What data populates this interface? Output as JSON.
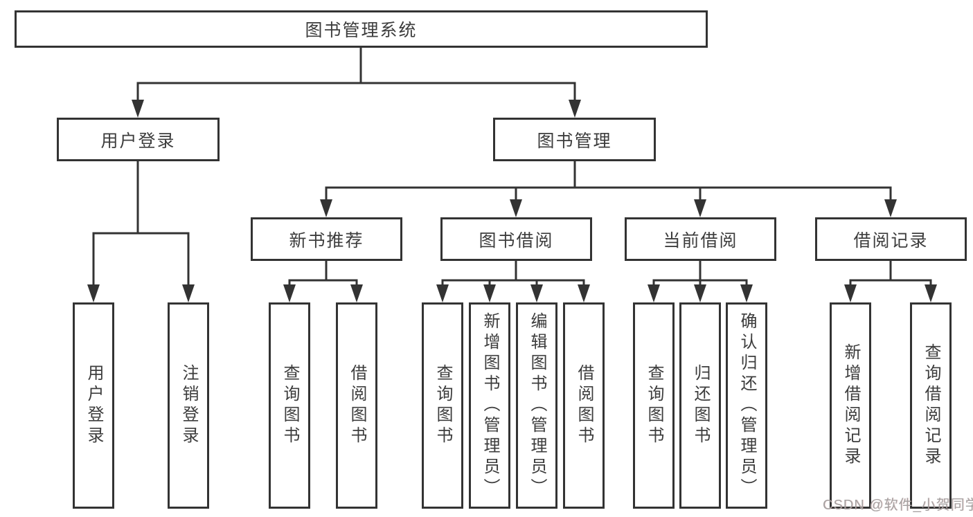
{
  "nodes": {
    "root": "图书管理系统",
    "user_login": "用户登录",
    "book_mgmt": "图书管理",
    "new_books": "新书推荐",
    "borrow": "图书借阅",
    "current": "当前借阅",
    "records": "借阅记录",
    "ul_login": "用户登录",
    "ul_logout": "注销登录",
    "nb_query": "查询图书",
    "nb_borrow": "借阅图书",
    "bb_query": "查询图书",
    "bb_add": "新增图书（管理员）",
    "bb_edit": "编辑图书（管理员）",
    "bb_borrow": "借阅图书",
    "cb_query": "查询图书",
    "cb_return": "归还图书",
    "cb_confirm": "确认归还（管理员）",
    "br_add": "新增借阅记录",
    "br_query": "查询借阅记录"
  },
  "hierarchy": {
    "图书管理系统": [
      "用户登录",
      "图书管理"
    ],
    "用户登录": [
      "用户登录",
      "注销登录"
    ],
    "图书管理": [
      "新书推荐",
      "图书借阅",
      "当前借阅",
      "借阅记录"
    ],
    "新书推荐": [
      "查询图书",
      "借阅图书"
    ],
    "图书借阅": [
      "查询图书",
      "新增图书（管理员）",
      "编辑图书（管理员）",
      "借阅图书"
    ],
    "当前借阅": [
      "查询图书",
      "归还图书",
      "确认归还（管理员）"
    ],
    "借阅记录": [
      "新增借阅记录",
      "查询借阅记录"
    ]
  },
  "watermark": "CSDN @软件_小贺同学",
  "colors": {
    "line": "#333333",
    "text": "#3c3c3c",
    "background": "#ffffff",
    "watermark": "#a5a1a1"
  }
}
